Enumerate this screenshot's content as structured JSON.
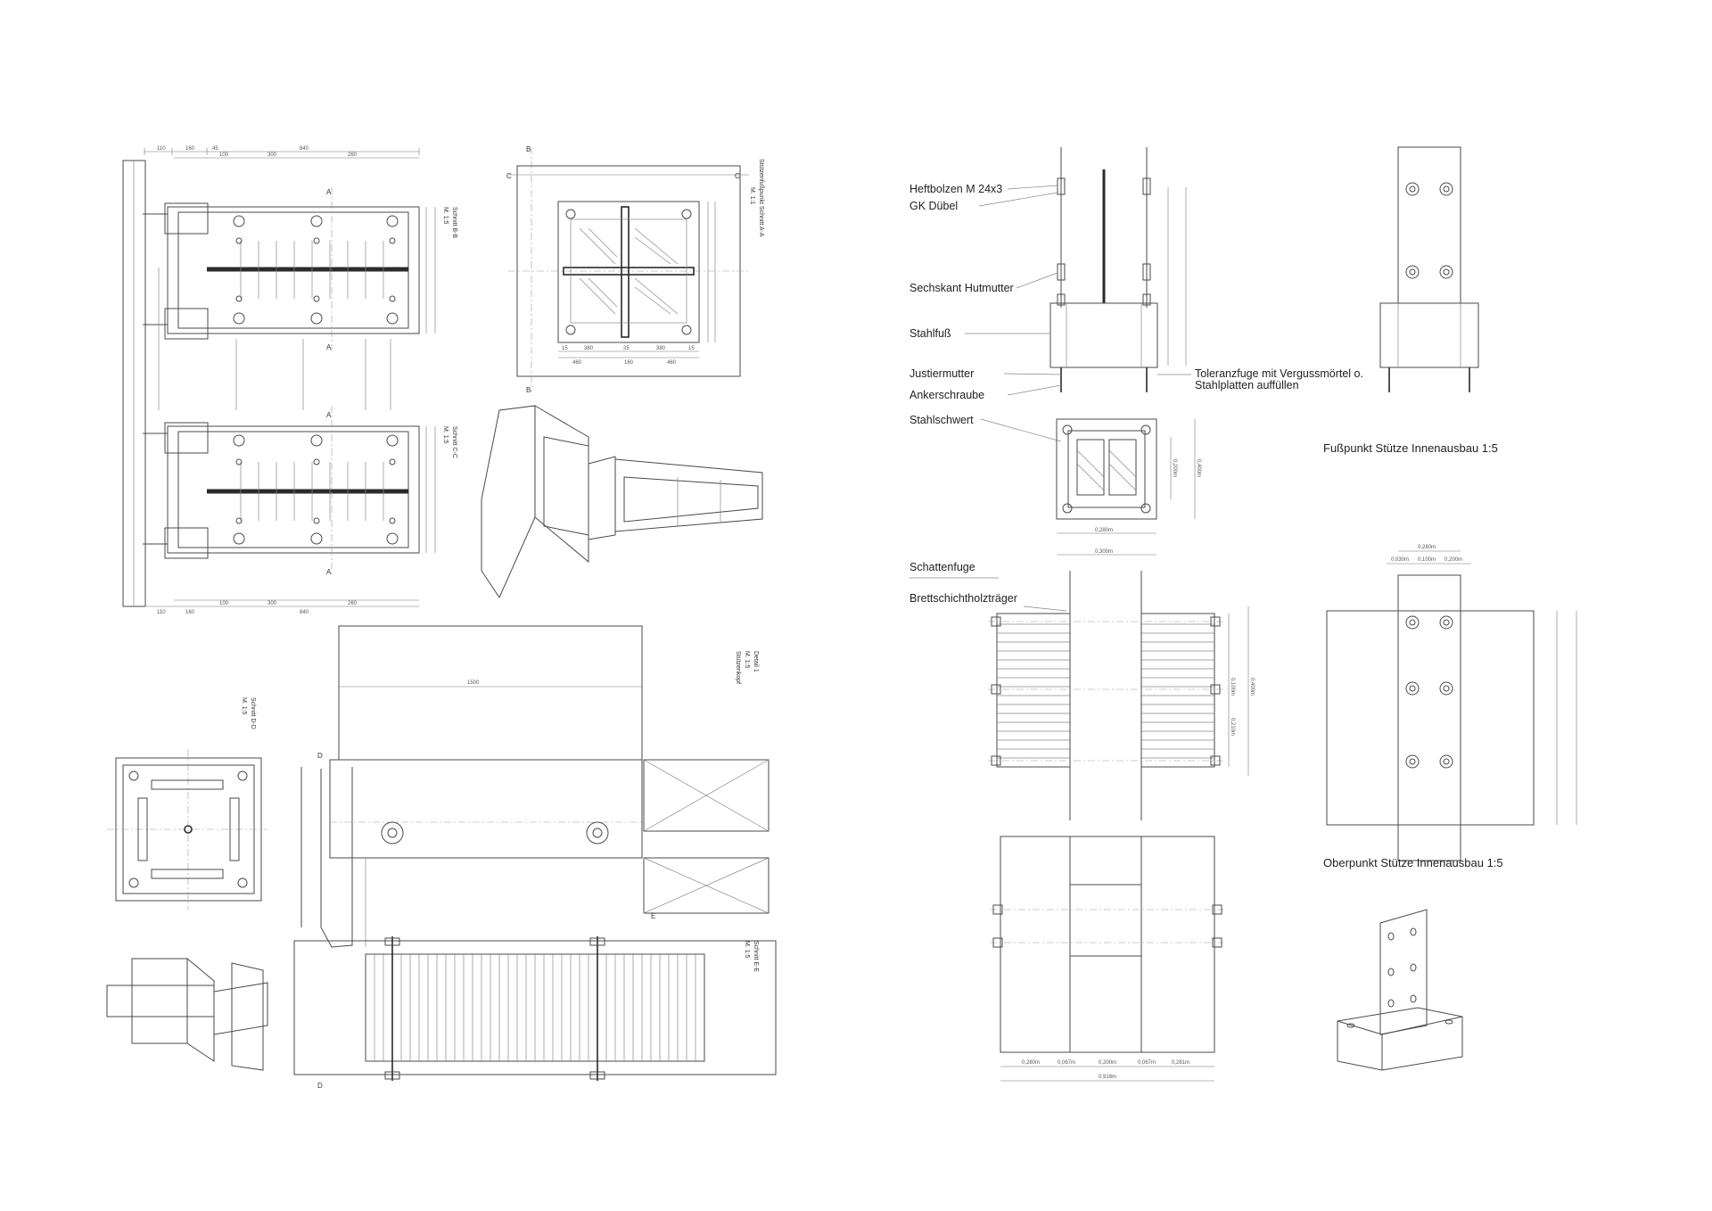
{
  "left_sheet": {
    "section_bb": {
      "title": "Schnitt B-B",
      "scale": "M. 1:5"
    },
    "section_cc": {
      "title": "Schnitt C-C",
      "scale": "M. 1:5"
    },
    "base_plan": {
      "title": "Stützenfußpunkt Schnitt A-A",
      "scale": "M. 1:1"
    },
    "section_dd": {
      "title": "Schnitt D-D",
      "scale": "M. 1:5"
    },
    "detail_1": {
      "title": "Detail 1",
      "scale": "M. 1:5",
      "subtitle": "Stützenkopf"
    },
    "section_ee": {
      "title": "Schnitt E-E",
      "scale": "M. 1:5"
    },
    "markers": {
      "a": "A",
      "b": "B",
      "c": "C",
      "d": "D",
      "e": "E"
    },
    "dims_top": [
      "110",
      "160",
      "45",
      "100",
      "300",
      "840",
      "260"
    ],
    "dims_bottom": [
      "110",
      "160",
      "100",
      "300",
      "260",
      "840"
    ],
    "dims_plan_bottom": [
      "15",
      "380",
      "25",
      "380",
      "15",
      "460",
      "160",
      "460"
    ],
    "dim_detail": "1500"
  },
  "right_sheet": {
    "labels": {
      "heftbolzen": "Heftbolzen M 24x3",
      "gk_duebel": "GK Dübel",
      "sechskant": "Sechskant Hutmutter",
      "stahlfuss": "Stahlfuß",
      "justiermutter": "Justiermutter",
      "ankerschraube": "Ankerschraube",
      "toleranz_1": "Toleranzfuge mit Vergussmörtel o.",
      "toleranz_2": "Stahlplatten auffüllen",
      "stahlschwert": "Stahlschwert",
      "schattenfuge": "Schattenfuge",
      "bsh": "Brettschichtholzträger"
    },
    "title_fuss": "Fußpunkt Stütze Innenausbau 1:5",
    "title_ober": "Oberpunkt Stütze Innenausbau 1:5",
    "dims_fuss": [
      "0,280m",
      "0,300m",
      "0,200m",
      "0,400m"
    ],
    "dims_ober_top": [
      "0,280m",
      "0,030m",
      "0,100m",
      "0,200m"
    ],
    "dims_ober_bottom": [
      "0,280m",
      "0,067m",
      "0,200m",
      "0,067m",
      "0,281m"
    ],
    "dim_total": "0,918m",
    "dims_beam_side": [
      "0,400m",
      "0,100m",
      "0,210m"
    ]
  }
}
